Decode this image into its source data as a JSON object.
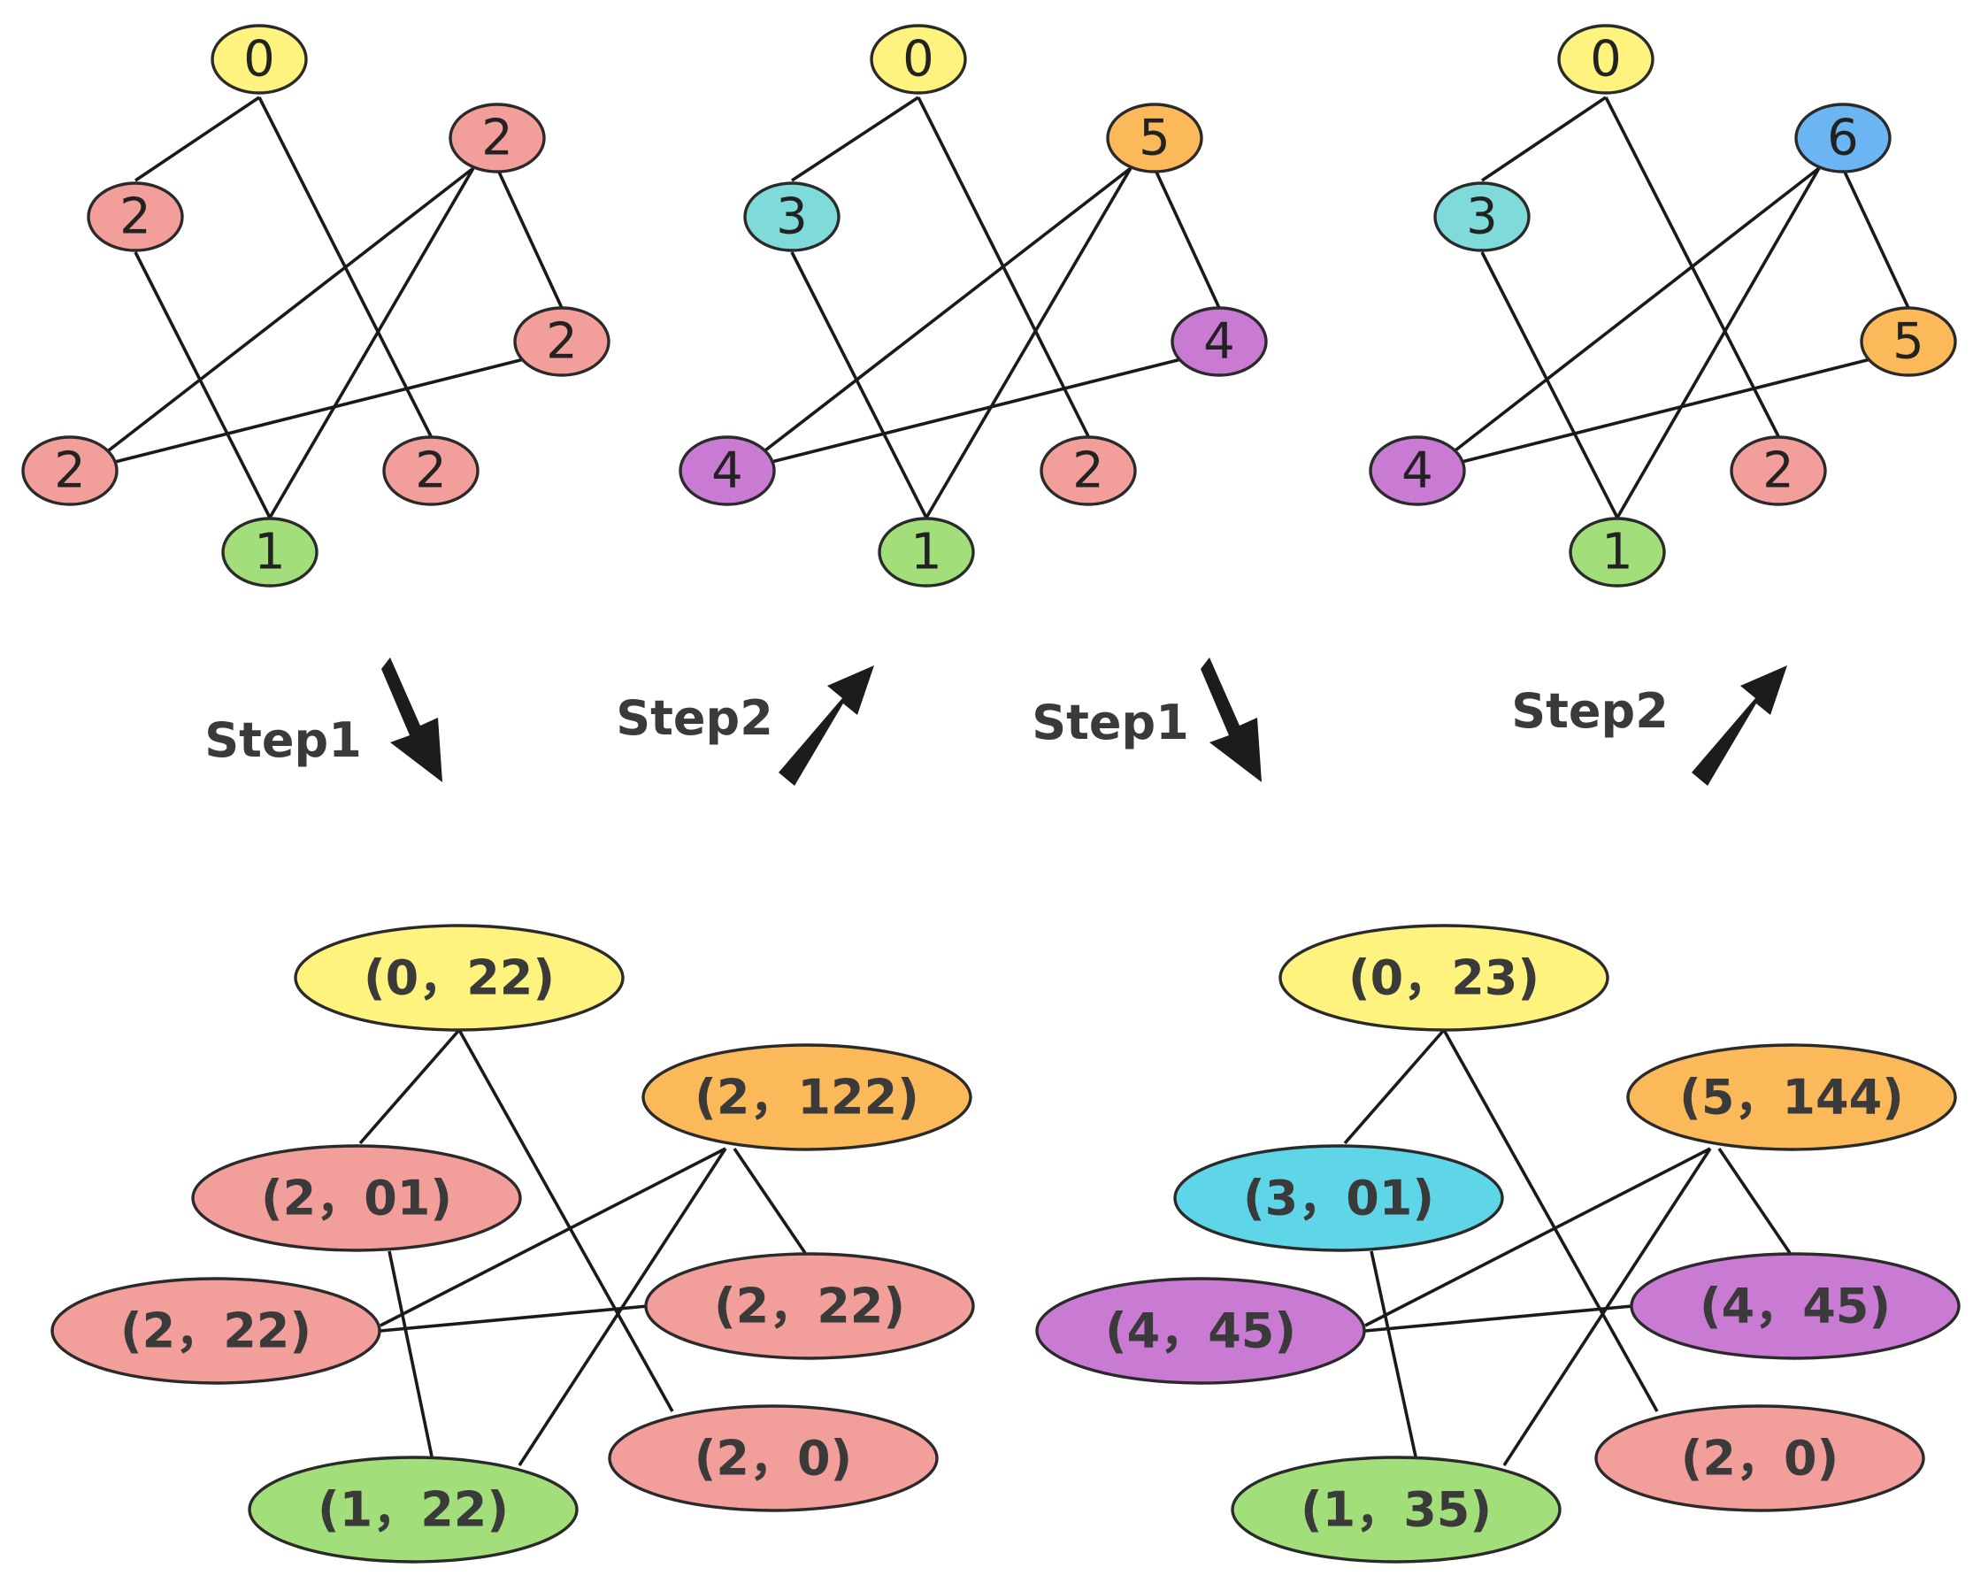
{
  "colors": {
    "yellow": "#fdf37e",
    "pink": "#f29e9a",
    "green": "#a2de79",
    "cyan": "#7fdbda",
    "orange": "#fbb95a",
    "purple": "#c97bd4",
    "blue": "#6ab5f2",
    "cyan_bright": "#5ed6e8"
  },
  "steps": {
    "a": "Step1",
    "b": "Step2",
    "c": "Step1",
    "d": "Step2"
  },
  "graphs": {
    "g1": {
      "n0": {
        "label": "0",
        "color": "yellow"
      },
      "n1": {
        "label": "2",
        "color": "pink"
      },
      "n2": {
        "label": "2",
        "color": "pink"
      },
      "n3": {
        "label": "2",
        "color": "pink"
      },
      "n4": {
        "label": "2",
        "color": "pink"
      },
      "n5": {
        "label": "2",
        "color": "pink"
      },
      "n6": {
        "label": "1",
        "color": "green"
      }
    },
    "g2": {
      "n0": {
        "label": "0",
        "color": "yellow"
      },
      "n1": {
        "label": "3",
        "color": "cyan"
      },
      "n2": {
        "label": "5",
        "color": "orange"
      },
      "n3": {
        "label": "4",
        "color": "purple"
      },
      "n4": {
        "label": "4",
        "color": "purple"
      },
      "n5": {
        "label": "2",
        "color": "pink"
      },
      "n6": {
        "label": "1",
        "color": "green"
      }
    },
    "g3": {
      "n0": {
        "label": "0",
        "color": "yellow"
      },
      "n1": {
        "label": "3",
        "color": "cyan"
      },
      "n2": {
        "label": "6",
        "color": "blue"
      },
      "n3": {
        "label": "5",
        "color": "orange"
      },
      "n4": {
        "label": "4",
        "color": "purple"
      },
      "n5": {
        "label": "2",
        "color": "pink"
      },
      "n6": {
        "label": "1",
        "color": "green"
      }
    },
    "b1": {
      "n0": {
        "label": "(0，22)",
        "color": "yellow"
      },
      "n1": {
        "label": "(2，01)",
        "color": "pink"
      },
      "n2": {
        "label": "(2，122)",
        "color": "orange"
      },
      "n3": {
        "label": "(2，22)",
        "color": "pink"
      },
      "n4": {
        "label": "(2，22)",
        "color": "pink"
      },
      "n5": {
        "label": "(2，0)",
        "color": "pink"
      },
      "n6": {
        "label": "(1，22)",
        "color": "green"
      }
    },
    "b2": {
      "n0": {
        "label": "(0，23)",
        "color": "yellow"
      },
      "n1": {
        "label": "(3，01)",
        "color": "cyan_bright"
      },
      "n2": {
        "label": "(5，144)",
        "color": "orange"
      },
      "n3": {
        "label": "(4，45)",
        "color": "purple"
      },
      "n4": {
        "label": "(4，45)",
        "color": "purple"
      },
      "n5": {
        "label": "(2，0)",
        "color": "pink"
      },
      "n6": {
        "label": "(1，35)",
        "color": "green"
      }
    }
  }
}
